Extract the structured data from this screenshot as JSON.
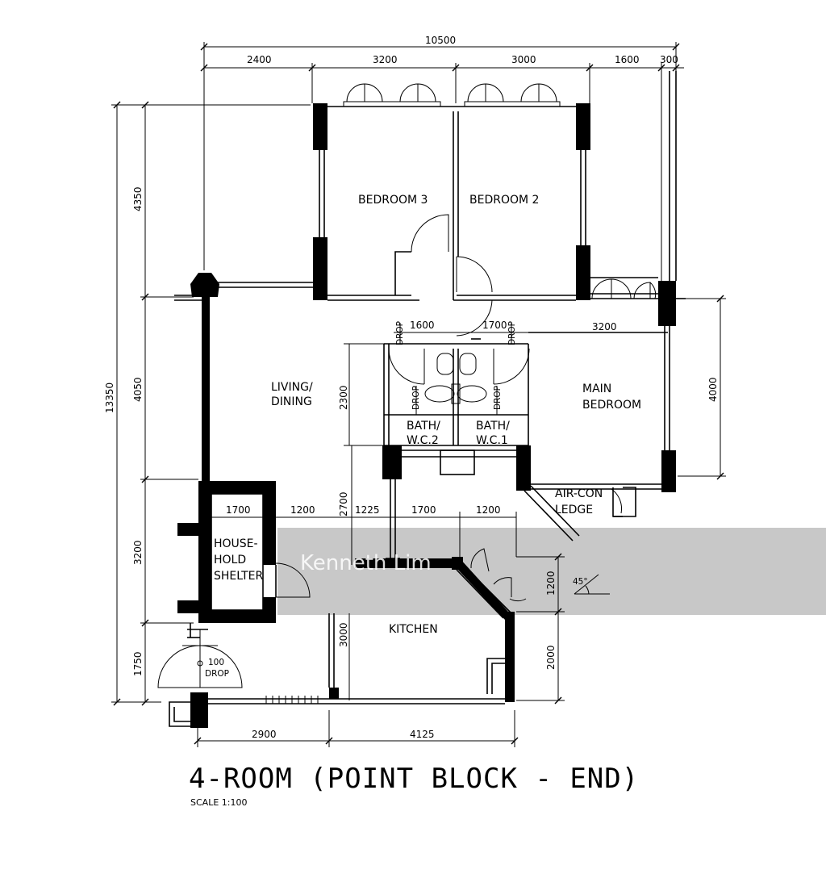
{
  "title": "4-ROOM (POINT BLOCK - END)",
  "scale": "SCALE   1:100",
  "watermark": "Kenneth Lim",
  "colors": {
    "ink": "#000000",
    "band": "#c8c8c8",
    "paper": "#ffffff"
  },
  "rooms": {
    "bedroom3": "BEDROOM 3",
    "bedroom2": "BEDROOM 2",
    "living_l1": "LIVING/",
    "living_l2": "DINING",
    "main_l1": "MAIN",
    "main_l2": "BEDROOM",
    "bath2_l1": "BATH/",
    "bath2_l2": "W.C.2",
    "bath1_l1": "BATH/",
    "bath1_l2": "W.C.1",
    "aircon_l1": "AIR-CON",
    "aircon_l2": "LEDGE",
    "shelter_l1": "HOUSE-",
    "shelter_l2": "HOLD",
    "shelter_l3": "SHELTER",
    "kitchen": "KITCHEN"
  },
  "annotations": {
    "drop": "DROP",
    "drop100": "100",
    "angle": "45°"
  },
  "dims": {
    "top_total": "10500",
    "top_a": "2400",
    "top_b": "3200",
    "top_c": "3000",
    "top_d": "1600",
    "top_e": "300",
    "left_total": "13350",
    "left_a": "4350",
    "left_b": "4050",
    "left_c": "3200",
    "left_d": "1750",
    "bath_a": "1600",
    "bath_b": "1700",
    "main_w": "3200",
    "bath_h": "2300",
    "main_h": "4000",
    "mid_a": "1700",
    "mid_b": "1200",
    "mid_c": "1225",
    "mid_d": "1700",
    "mid_e": "1200",
    "mid_v": "2700",
    "kit_v": "3000",
    "right_a": "1200",
    "right_b": "2000",
    "bot_a": "2900",
    "bot_b": "4125"
  }
}
